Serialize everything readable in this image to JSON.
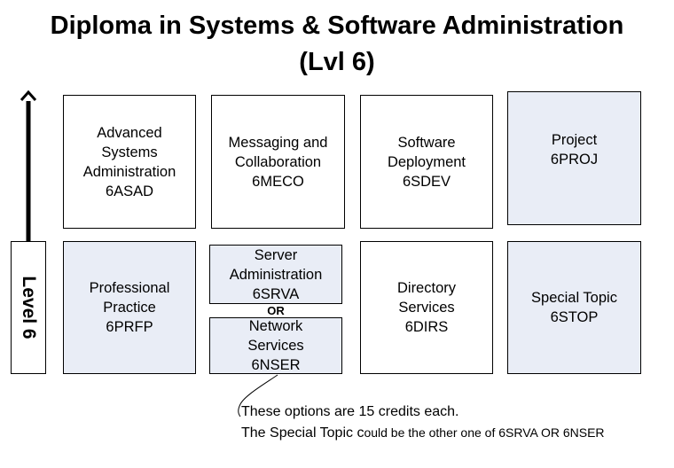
{
  "title": {
    "line1": "Diploma in Systems & Software Administration",
    "line2": "(Lvl 6)"
  },
  "level_label": "Level 6",
  "modules": {
    "asad": {
      "lines": [
        "Advanced",
        "Systems",
        "Administration",
        "6ASAD"
      ]
    },
    "meco": {
      "lines": [
        "Messaging and",
        "Collaboration",
        "6MECO"
      ]
    },
    "sdev": {
      "lines": [
        "Software",
        "Deployment",
        "6SDEV"
      ]
    },
    "proj": {
      "lines": [
        "Project",
        "6PROJ"
      ]
    },
    "prfp": {
      "lines": [
        "Professional",
        "Practice",
        "6PRFP"
      ]
    },
    "srva": {
      "lines": [
        "Server",
        "Administration",
        "6SRVA"
      ]
    },
    "nser": {
      "lines": [
        "Network",
        "Services",
        "6NSER"
      ]
    },
    "dirs": {
      "lines": [
        "Directory",
        "Services",
        "6DIRS"
      ]
    },
    "stop": {
      "lines": [
        "Special Topic",
        "6STOP"
      ]
    }
  },
  "or_label": "OR",
  "notes": {
    "line1": "These options are 15 credits each.",
    "line2_part1": "The Special Topic c",
    "line2_part2": "ould be the other one of 6SRVA OR 6NSER"
  },
  "colors": {
    "tinted_box": "#e9edf6",
    "white_box": "#ffffff",
    "border": "#000000"
  }
}
